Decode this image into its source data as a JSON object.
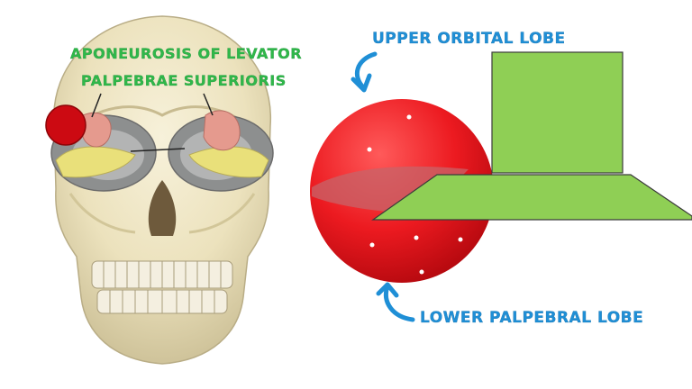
{
  "labels": {
    "aponeurosis_line1": "APONEUROSIS OF LEVATOR",
    "aponeurosis_line2": "PALPEBRAE SUPERIORIS",
    "upper_lobe": "UPPER ORBITAL LOBE",
    "lower_lobe": "LOWER PALPEBRAL LOBE"
  },
  "colors": {
    "label_green": "#2fb84a",
    "label_blue": "#1f8fd6",
    "gland_red": "#e3141c",
    "aponeurosis_green": "#8fcf55",
    "skull_bone": "#efe7c8",
    "muscle_pink": "#e59a8e",
    "orbital_fat_yellow": "#e9e07a"
  },
  "icons": {
    "upper_arrow": "curved-arrow-down-icon",
    "lower_arrow": "curved-arrow-up-icon"
  }
}
